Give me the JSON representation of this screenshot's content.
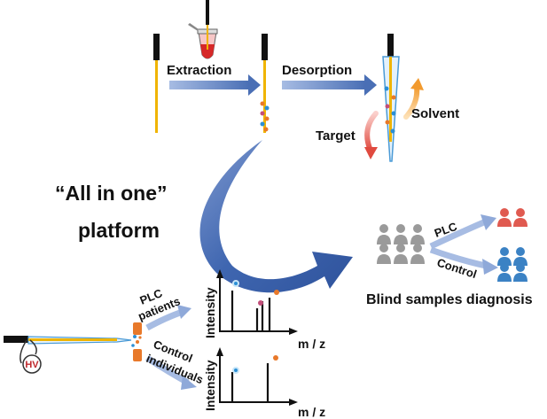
{
  "steps": {
    "extraction": "Extraction",
    "desorption": "Desorption",
    "solvent": "Solvent",
    "target": "Target"
  },
  "platform": {
    "line1": "“All in one”",
    "line2": "platform"
  },
  "diagnosis": {
    "title": "Blind samples diagnosis",
    "plc": "PLC",
    "control": "Control"
  },
  "ms": {
    "plc_line1": "PLC",
    "plc_line2": "patients",
    "control_line1": "Control",
    "control_line2": "individuals",
    "hv": "HV",
    "ylabel": "Intensity",
    "xlabel": "m / z"
  },
  "colors": {
    "fiber": "#f0b400",
    "arrow_blue": "#4a6fb5",
    "big_arrow": "#3f66b0",
    "group_gray": "#9a9a9a",
    "plc_red": "#e05a50",
    "control_blue": "#3b82c4",
    "hv_red": "#c0282d",
    "emitter": "#e8792a"
  }
}
